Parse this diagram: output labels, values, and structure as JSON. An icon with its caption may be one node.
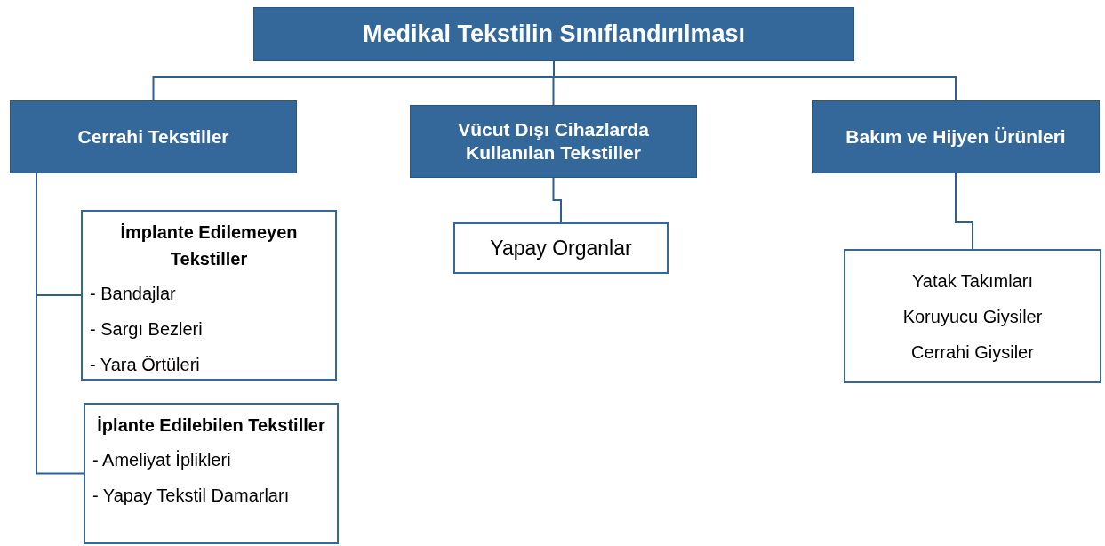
{
  "diagram": {
    "nodes": [
      {
        "text": [
          "Medikal Tekstilin Sınıflandırılması"
        ]
      },
      {
        "text": [
          "Cerrahi Tekstiller"
        ]
      },
      {
        "text": [
          "Vücut Dışı Cihazlarda Kullanılan Tekstiller"
        ]
      },
      {
        "text": [
          "Bakım ve Hijyen Ürünleri"
        ]
      },
      {
        "text": [
          "İmplante Edilemeyen Tekstiller",
          "- Bandajlar",
          "- Sargı Bezleri",
          "- Yara Örtüleri"
        ]
      },
      {
        "text": [
          "İplante Edilebilen Tekstiller",
          "- Ameliyat İplikleri",
          "- Yapay Tekstil Damarları"
        ]
      },
      {
        "text": [
          "Yapay Organlar"
        ]
      },
      {
        "text": [
          "Yatak Takımları",
          "Koruyucu Giysiler",
          "Cerrahi Giysiler"
        ]
      }
    ],
    "edges": [
      {
        "from": 0,
        "to": 1,
        "arrow": "none"
      },
      {
        "from": 0,
        "to": 2,
        "arrow": "none"
      },
      {
        "from": 0,
        "to": 3,
        "arrow": "none"
      },
      {
        "from": 1,
        "to": 4,
        "arrow": "none"
      },
      {
        "from": 1,
        "to": 5,
        "arrow": "none"
      },
      {
        "from": 2,
        "to": 6,
        "arrow": "none"
      },
      {
        "from": 3,
        "to": 7,
        "arrow": "none"
      }
    ]
  }
}
